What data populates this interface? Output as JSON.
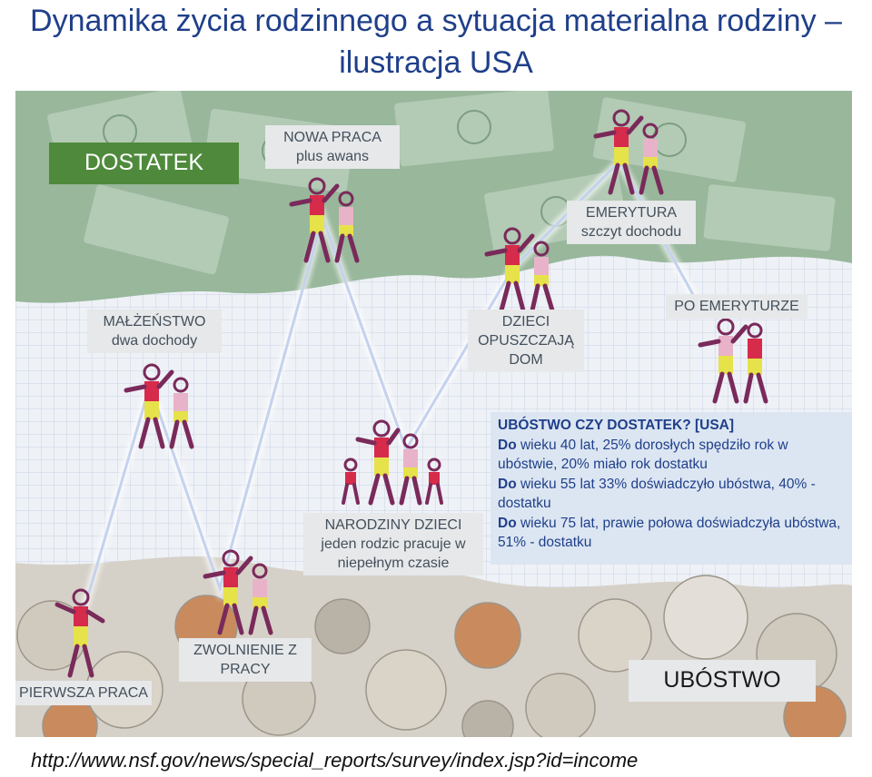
{
  "title_line1": "Dynamika życia rodzinnego a sytuacja materialna rodziny –",
  "title_line2": "ilustracja USA",
  "labels": {
    "dostatek": "DOSTATEK",
    "nowa_praca_1": "NOWA PRACA",
    "nowa_praca_2": "plus awans",
    "emerytura_1": "EMERYTURA",
    "emerytura_2": "szczyt dochodu",
    "malzenstwo_1": "MAŁŻEŃSTWO",
    "malzenstwo_2": "dwa dochody",
    "dzieci_1": "DZIECI",
    "dzieci_2": "OPUSZCZAJĄ",
    "dzieci_3": "DOM",
    "po_emeryturze": "PO EMERYTURZE",
    "narodziny_1": "NARODZINY DZIECI",
    "narodziny_2": "jeden rodzic pracuje w",
    "narodziny_3": "niepełnym czasie",
    "pierwsza_praca": "PIERWSZA PRACA",
    "zwolnienie_1": "ZWOLNIENIE Z",
    "zwolnienie_2": "PRACY",
    "ubostwo": "UBÓSTWO"
  },
  "info": {
    "heading": "UBÓSTWO CZY DOSTATEK? [USA]",
    "lines": [
      {
        "bold": "Do",
        "text": " wieku 40 lat, 25% dorosłych spędziło rok w ubóstwie, 20% miało rok dostatku"
      },
      {
        "bold": "Do",
        "text": " wieku 55 lat 33% doświadczyło ubóstwa, 40% - dostatku"
      },
      {
        "bold": "Do",
        "text": " wieku 75 lat, prawie połowa doświadczyła ubóstwa, 51% - dostatku"
      }
    ]
  },
  "source_url": "http://www.nsf.gov/news/special_reports/survey/index.jsp?id=income",
  "colors": {
    "title": "#1f3f8a",
    "dostatek_bg": "#4f8a3c",
    "ubostwo_bg": "#e6e8ea",
    "info_bg": "#dce6f2",
    "money_green": "#8fb293",
    "coin_gray": "#c9c4bb",
    "line_glow": "#ffffff",
    "figure_red": "#d62b4b",
    "figure_yellow": "#e6e24a",
    "figure_pink": "#e8b3c8"
  },
  "icons": [
    "family-figure-icon",
    "banknotes-background",
    "coins-background"
  ]
}
